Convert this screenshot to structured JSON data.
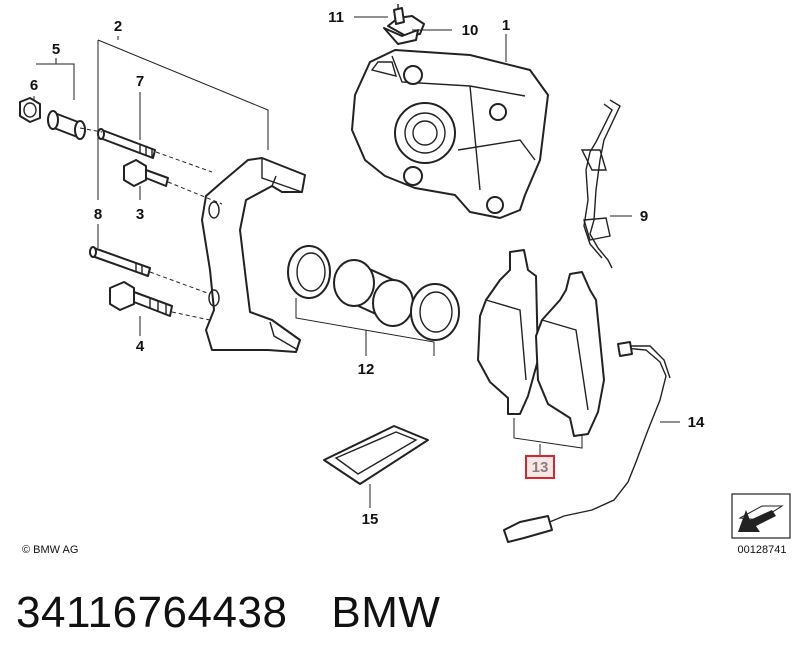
{
  "callouts": {
    "c1": "1",
    "c2": "2",
    "c3": "3",
    "c4": "4",
    "c5": "5",
    "c6": "6",
    "c7": "7",
    "c8": "8",
    "c9": "9",
    "c10": "10",
    "c11": "11",
    "c12": "12",
    "c13": "13",
    "c14": "14",
    "c15": "15"
  },
  "highlight_color": "#d9262e",
  "copyright": "© BMW AG",
  "diagram_number": "00128741",
  "footer": {
    "part_number": "34116764438",
    "brand": "BMW"
  }
}
